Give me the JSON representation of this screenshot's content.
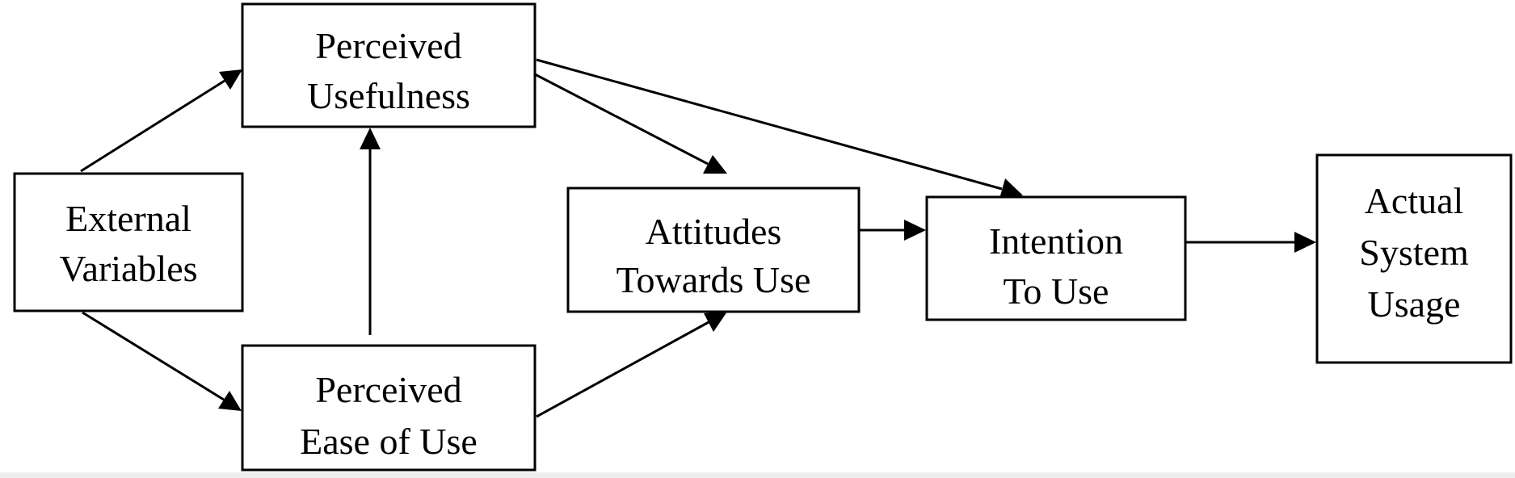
{
  "nodes": {
    "external_variables": {
      "line1": "External",
      "line2": "Variables"
    },
    "perceived_usefulness": {
      "line1": "Perceived",
      "line2": "Usefulness"
    },
    "perceived_ease_of_use": {
      "line1": "Perceived",
      "line2": "Ease of Use"
    },
    "attitudes_towards_use": {
      "line1": "Attitudes",
      "line2": "Towards Use"
    },
    "intention_to_use": {
      "line1": "Intention",
      "line2": "To Use"
    },
    "actual_system_usage": {
      "line1": "Actual",
      "line2": "System",
      "line3": "Usage"
    }
  },
  "edges": [
    {
      "from": "external_variables",
      "to": "perceived_usefulness"
    },
    {
      "from": "external_variables",
      "to": "perceived_ease_of_use"
    },
    {
      "from": "perceived_ease_of_use",
      "to": "perceived_usefulness"
    },
    {
      "from": "perceived_usefulness",
      "to": "attitudes_towards_use"
    },
    {
      "from": "perceived_usefulness",
      "to": "intention_to_use"
    },
    {
      "from": "perceived_ease_of_use",
      "to": "attitudes_towards_use"
    },
    {
      "from": "attitudes_towards_use",
      "to": "intention_to_use"
    },
    {
      "from": "intention_to_use",
      "to": "actual_system_usage"
    }
  ]
}
